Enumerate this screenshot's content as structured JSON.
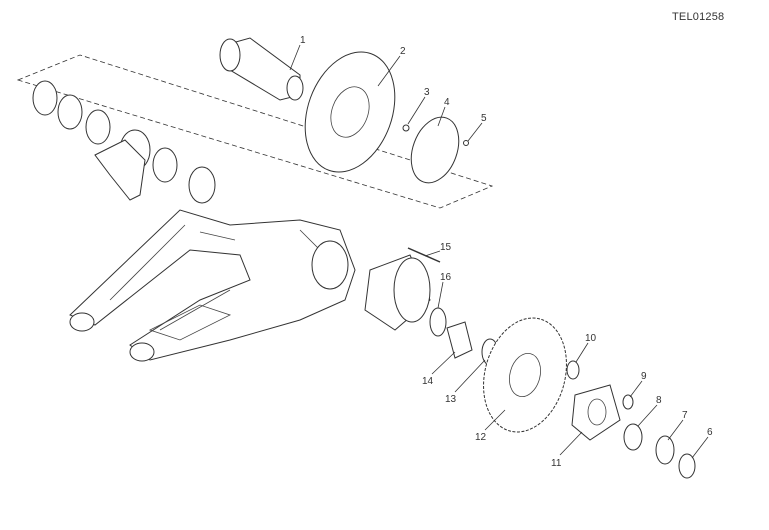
{
  "drawing_code": "TEL01258",
  "callouts": [
    "1",
    "2",
    "3",
    "4",
    "5",
    "6",
    "7",
    "8",
    "9",
    "10",
    "11",
    "12",
    "13",
    "14",
    "15",
    "16"
  ]
}
